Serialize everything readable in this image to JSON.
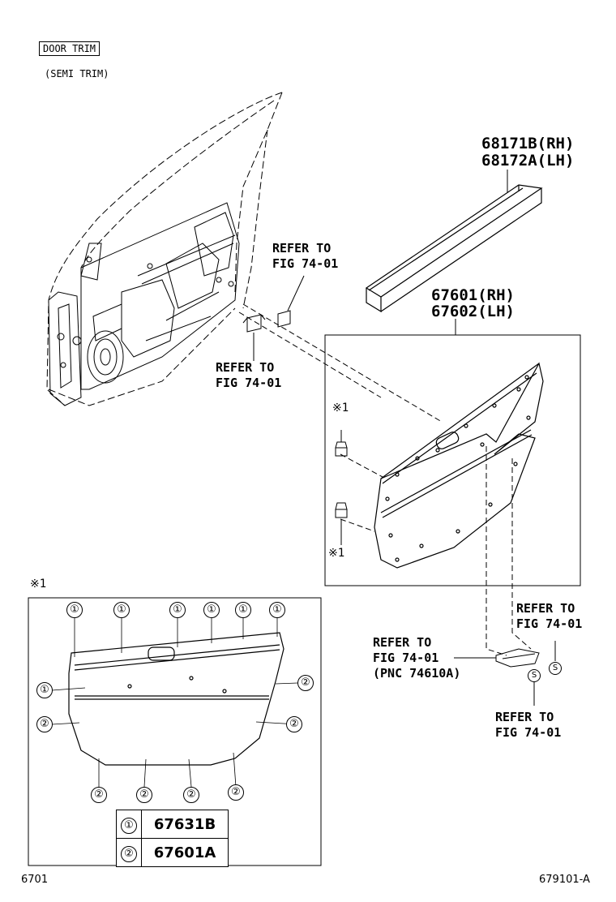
{
  "header": {
    "title": "DOOR TRIM",
    "subtitle": "(SEMI TRIM)"
  },
  "parts": {
    "weatherstrip_rh": "68171B(RH)",
    "weatherstrip_lh": "68172A(LH)",
    "trim_rh": "67601(RH)",
    "trim_lh": "67602(LH)"
  },
  "references": {
    "ref1": [
      "REFER TO",
      "FIG 74-01"
    ],
    "ref2": [
      "REFER TO",
      "FIG 74-01"
    ],
    "ref3": [
      "REFER TO",
      "FIG 74-01",
      "(PNC 74610A)"
    ],
    "ref4": [
      "REFER TO",
      "FIG 74-01"
    ],
    "ref5": [
      "REFER TO",
      "FIG 74-01"
    ]
  },
  "symbols": {
    "asterisk": "※1",
    "clip_one": "①",
    "clip_two": "②",
    "screw": "S"
  },
  "inset": {
    "title": "※1"
  },
  "legend": [
    {
      "key": "①",
      "part": "67631B"
    },
    {
      "key": "②",
      "part": "67601A"
    }
  ],
  "footer": {
    "left": "6701",
    "right": "679101-A"
  }
}
